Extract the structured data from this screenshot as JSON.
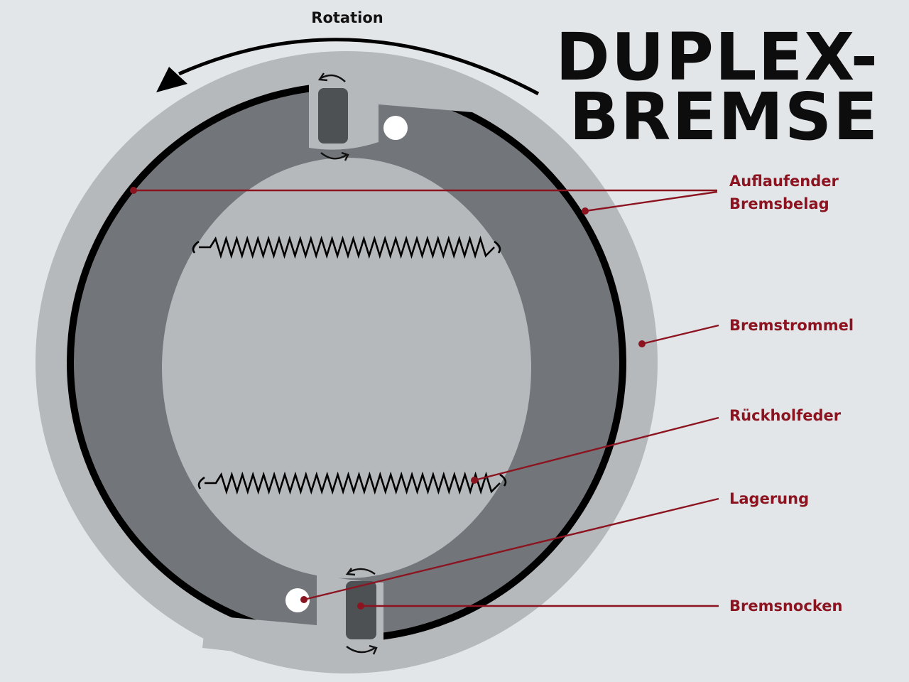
{
  "title": {
    "line1": "DUPLEX-",
    "line2": "BREMSE"
  },
  "rotation": {
    "label": "Rotation"
  },
  "callouts": {
    "lining_line1": "Auflaufender",
    "lining_line2": "Bremsbelag",
    "drum": "Bremstrommel",
    "spring": "Rückholfeder",
    "bearing": "Lagerung",
    "cam": "Bremsnocken"
  },
  "colors": {
    "background": "#e3e6e9",
    "drum": "#b6b9bc",
    "shoe": "#727579",
    "lining": "#000000",
    "inner_plate": "#b6b9bc",
    "cam": "#4e5154",
    "callout": "#8c1420",
    "title": "#0d0d0d"
  }
}
